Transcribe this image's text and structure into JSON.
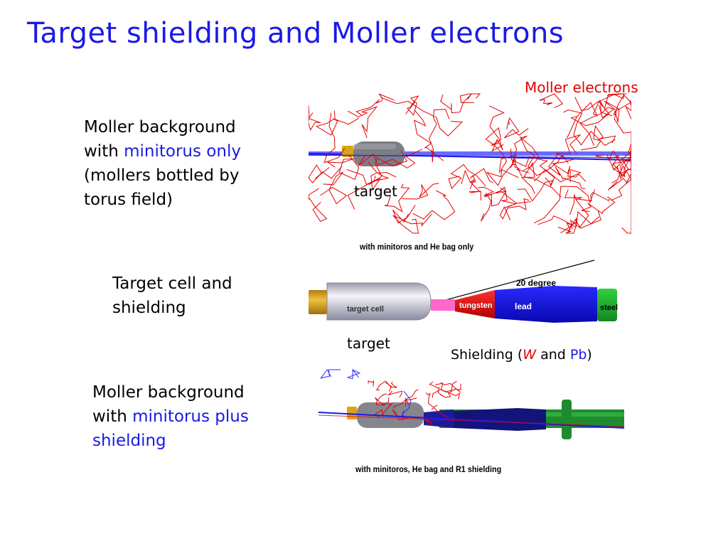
{
  "title": "Target shielding and Moller electrons",
  "panel1": {
    "left_text": {
      "line1": "Moller background",
      "line2_prefix": "with ",
      "line2_highlight": "minitorus only",
      "line3": "(mollers bottled by",
      "line4": "torus field)"
    },
    "legend_label": "Moller electrons",
    "target_label": "target",
    "caption": "with minitoros and He bag only"
  },
  "panel2": {
    "left_text": {
      "line1": "Target cell and",
      "line2": "shielding"
    },
    "parts": {
      "target_cell": "target cell",
      "tungsten": "tungsten",
      "lead": "lead",
      "steel": "steel",
      "angle": "20 degree"
    },
    "target_label": "target",
    "shielding_label": {
      "prefix": "Shielding (",
      "w": "W",
      "and": " and ",
      "pb": "Pb",
      "suffix": ")"
    }
  },
  "panel3": {
    "left_text": {
      "line1": "Moller background",
      "line2_prefix": "with ",
      "line2_highlight": "minitorus plus",
      "line3_highlight": "shielding"
    },
    "caption": "with minitoros, He bag and R1 shielding"
  },
  "colors": {
    "title": "#1a1ae6",
    "moller": "#e60000",
    "tungsten": "#e60000",
    "lead": "#1212e0",
    "steel": "#22aa33",
    "target_cap": "#d9a41a"
  }
}
